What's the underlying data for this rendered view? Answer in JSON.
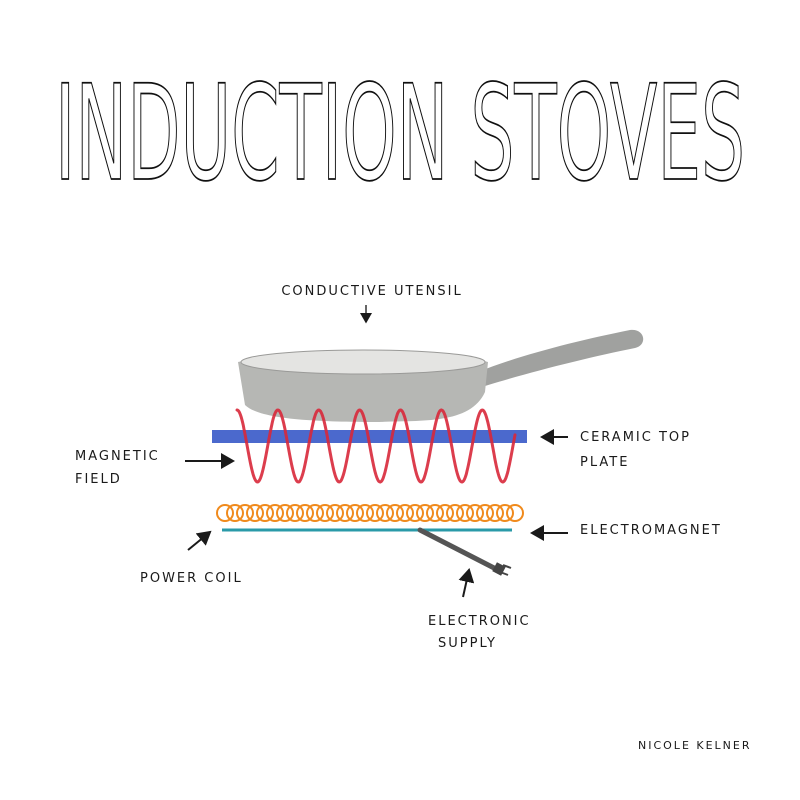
{
  "title": "INDUCTION STOVES",
  "labels": {
    "utensil": "CONDUCTIVE UTENSIL",
    "magnetic_field_1": "MAGNETIC",
    "magnetic_field_2": "FIELD",
    "ceramic_1": "CERAMIC TOP",
    "ceramic_2": "PLATE",
    "electromagnet": "ELECTROMAGNET",
    "power_coil": "POWER COIL",
    "supply_1": "ELECTRONIC",
    "supply_2": "SUPPLY"
  },
  "signature": "NICOLE KELNER",
  "colors": {
    "pan": "#a9aaa7",
    "plate": "#2b4fc4",
    "field": "#d8283a",
    "coil": "#f08a1c",
    "electromagnet": "#2a9aa8",
    "cord": "#555555"
  }
}
